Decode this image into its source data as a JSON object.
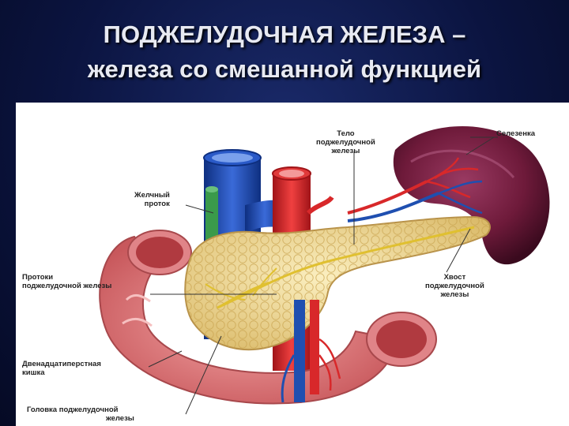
{
  "slide": {
    "title_line1": "ПОДЖЕЛУДОЧНАЯ ЖЕЛЕЗА –",
    "title_line2": "железа со смешанной функцией"
  },
  "labels": {
    "body": [
      "Тело",
      "поджелудочной",
      "железы"
    ],
    "spleen": "Селезенка",
    "bile_duct": [
      "Желчный",
      "проток"
    ],
    "ducts": [
      "Протоки",
      "поджелудочной железы"
    ],
    "tail": [
      "Хвост",
      "поджелудочной",
      "железы"
    ],
    "duodenum": [
      "Двенадцатиперстная",
      "кишка"
    ],
    "head": [
      "Головка поджелудочной",
      "железы"
    ]
  },
  "colors": {
    "background": "#0b1440",
    "title": "#e8eaf2",
    "pancreas": "#eedc9c",
    "spleen": "#6e1a3a",
    "vein": "#1f4fb0",
    "artery": "#d8282a",
    "duodenum": "#e8888a",
    "bile_duct": "#3a9a4a"
  }
}
